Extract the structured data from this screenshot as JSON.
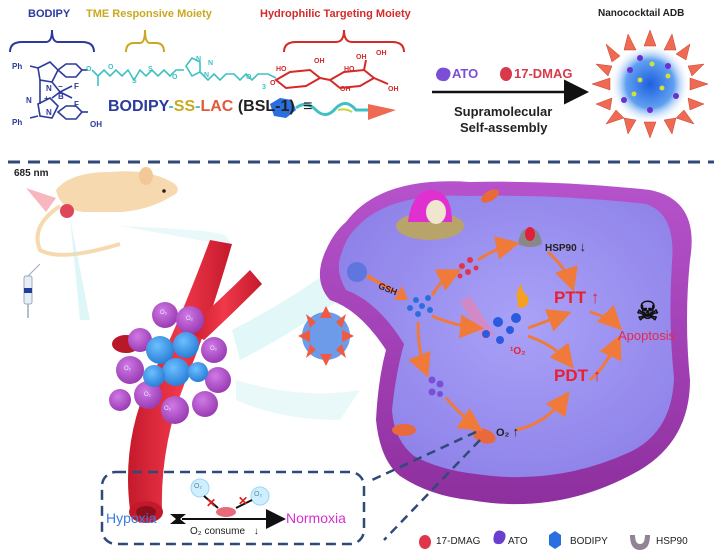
{
  "top_panel": {
    "moieties": [
      {
        "label": "BODIPY",
        "color": "#2b3a9c"
      },
      {
        "label": "TME Responsive Moiety",
        "color": "#c9a820"
      },
      {
        "label": "Hydrophilic Targeting Moiety",
        "color": "#d42a2a"
      }
    ],
    "structure_atoms": {
      "ph1": "Ph",
      "ph2": "Ph",
      "n1": "N",
      "n2": "N",
      "n3": "N",
      "b": "B",
      "f1": "F",
      "f2": "F",
      "oh": "OH",
      "plus": "+",
      "minus": "−",
      "o_ester": "O",
      "o1": "O",
      "s1": "S",
      "s2": "S",
      "o2": "O",
      "triazole_n1": "N",
      "triazole_n2": "N",
      "triazole_n3": "N",
      "peg_o": "O",
      "peg_sub": "3",
      "sugar_o": "O",
      "ho1": "HO",
      "oh1": "OH",
      "oh2": "OH",
      "ho2": "HO",
      "oh3": "OH",
      "oh4": "OH",
      "oh5": "OH"
    },
    "compound_name": {
      "part1": "BODIPY",
      "sep1": "-",
      "part2": "SS",
      "sep2": "-",
      "part3": "LAC",
      "abbrev": "(BSL-1)",
      "equiv": "≡"
    },
    "reagents": [
      {
        "label": "ATO",
        "icon": "ato-icon",
        "color": "#7a4fd6"
      },
      {
        "label": "17-DMAG",
        "icon": "17-dmag-icon",
        "color": "#d83a4a"
      }
    ],
    "arrow_caption": [
      "Supramolecular",
      "Self-assembly"
    ],
    "product_label": "Nanococktail ADB"
  },
  "bottom_panel": {
    "laser_label": "685 nm",
    "cell_labels": {
      "gsh": "GSH",
      "hsp90": "HSP90",
      "hsp90_arrow": "↓",
      "ptt": "PTT",
      "ptt_arrow": "↑",
      "singlet_oxygen": "¹O₂",
      "pdt": "PDT",
      "pdt_arrow": "↑",
      "o2_up": "O₂",
      "o2_up_arrow": "↑",
      "apoptosis": "Apoptosis",
      "skull": "☠"
    },
    "inset": {
      "hypoxia": "Hypoxia",
      "normoxia": "Normoxia",
      "o2_consume": "O₂ consume",
      "o2_consume_arrow": "↓",
      "o2_bubble_1": "O₂",
      "o2_bubble_2": "O₂",
      "blocked_mark": "✕"
    },
    "tumor_o2_marks": [
      "O₂",
      "O₂",
      "O₂",
      "O₂",
      "O₂",
      "O₂"
    ]
  },
  "legend": [
    {
      "label": "17-DMAG",
      "icon": "17-dmag-icon",
      "color": "#e0354a"
    },
    {
      "label": "ATO",
      "icon": "ato-icon",
      "color": "#6a3fd0"
    },
    {
      "label": "BODIPY",
      "icon": "bodipy-icon",
      "color": "#2a6fe0"
    },
    {
      "label": "HSP90",
      "icon": "hsp90-icon",
      "color": "#8f8496"
    }
  ],
  "colors": {
    "divider": "#2f4a78",
    "cell_body": "#9b8ff0",
    "cell_membrane": "#a046b8",
    "vessel": "#e0283c",
    "tumor_magenta": "#b055c9",
    "tumor_blue": "#3f9be8",
    "pathway_arrow": "#f07a3a",
    "ptt_pdt": "#e82030",
    "apoptosis": "#e8264a",
    "hypoxia": "#3a7ae0",
    "normoxia": "#d430d0",
    "mouse": "#f6d9ae"
  }
}
